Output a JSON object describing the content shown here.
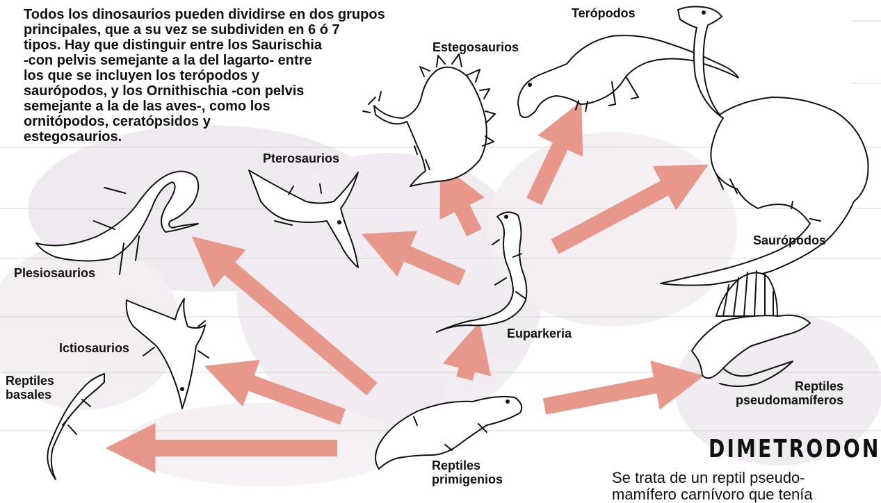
{
  "intro": {
    "lines": [
      "Todos los dinosaurios pueden dividirse en dos grupos",
      "principales, que a su vez se subdividen en 6 ó 7",
      "tipos. Hay que distinguir entre los Saurischia",
      "-con pelvis semejante a la del lagarto- entre",
      "los que se incluyen los terópodos y",
      "saurópodos, y los Ornithischia -con pelvis",
      "semejante a la de las aves-, como los",
      "ornitópodos, ceratópsidos y",
      "estegosaurios."
    ]
  },
  "labels": {
    "teropodos": "Terópodos",
    "estegosaurios": "Estegosaurios",
    "pterosaurios": "Pterosaurios",
    "plesiosaurios": "Plesiosaurios",
    "ictiosaurios": "Ictiosaurios",
    "reptiles_basales": [
      "Reptiles",
      "basales"
    ],
    "euparkeria": "Euparkeria",
    "sauropodos": "Saurópodos",
    "reptiles_pseudomamiferos": [
      "Reptiles",
      "pseudomamíferos"
    ],
    "reptiles_primigenios": [
      "Reptiles",
      "primigenios"
    ]
  },
  "sidebar": {
    "headline": "DIMETRODON",
    "text_lines": [
      "Se trata de un reptil pseudo-",
      "mamífero carnívoro que tenía"
    ]
  },
  "colors": {
    "arrow": "#e8988a",
    "ink": "#111111",
    "background_wash": "#d9cfd9",
    "grid_lines": "#c9c9c9"
  },
  "icons": [
    "theropod-icon",
    "stegosaurus-icon",
    "pterosaur-icon",
    "plesiosaur-icon",
    "ichthyosaur-icon",
    "basal-reptile-icon",
    "euparkeria-icon",
    "sauropod-icon",
    "dimetrodon-icon",
    "primitive-reptile-icon"
  ]
}
